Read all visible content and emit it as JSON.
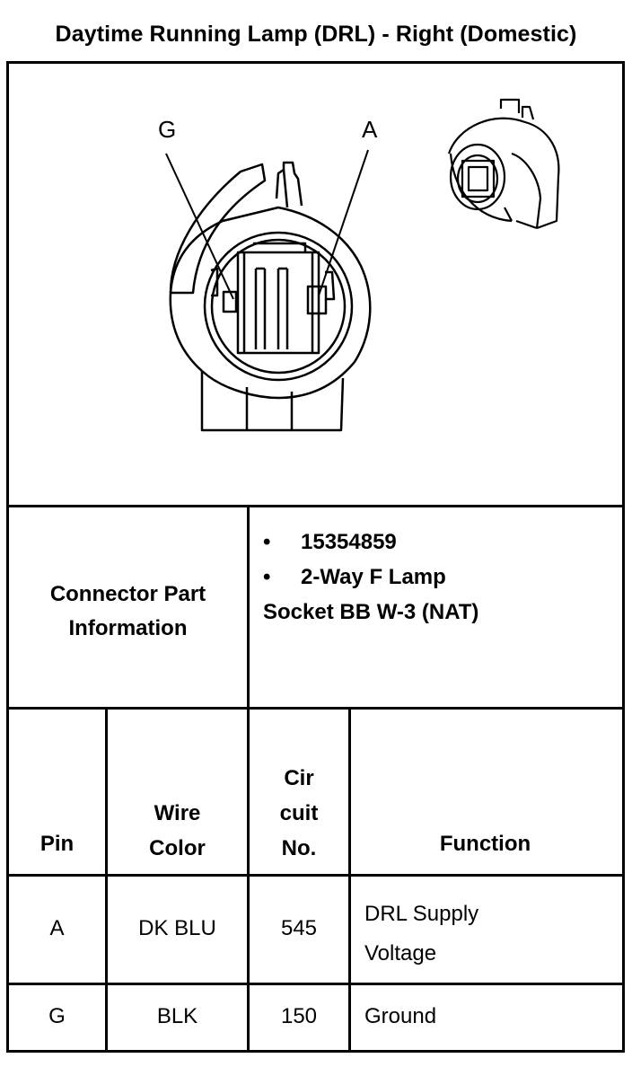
{
  "title": "Daytime Running Lamp (DRL) - Right (Domestic)",
  "diagram": {
    "label_g": "G",
    "label_a": "A"
  },
  "connector": {
    "label_line1": "Connector Part",
    "label_line2": "Information",
    "bullet": "•",
    "part_number": "15354859",
    "description_line1": "2-Way F Lamp",
    "description_line2": "Socket BB W-3 (NAT)"
  },
  "table": {
    "headers": {
      "pin": "Pin",
      "wire_color_1": "Wire",
      "wire_color_2": "Color",
      "circuit_1": "Cir",
      "circuit_2": "cuit",
      "circuit_3": "No.",
      "function": "Function"
    },
    "rows": [
      {
        "pin": "A",
        "wire_color": "DK BLU",
        "circuit": "545",
        "function_1": "DRL Supply",
        "function_2": "Voltage"
      },
      {
        "pin": "G",
        "wire_color": "BLK",
        "circuit": "150",
        "function_1": "Ground",
        "function_2": ""
      }
    ]
  }
}
